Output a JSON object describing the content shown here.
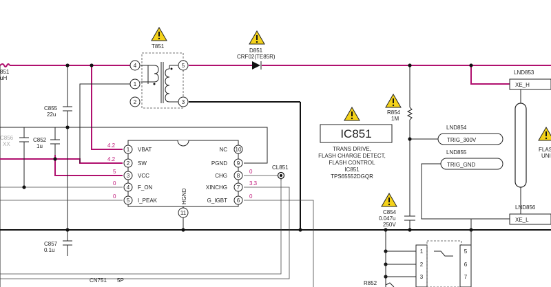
{
  "colors": {
    "highlight_net": "#b0106e",
    "wire": "#222222",
    "warning": "#f4d21a",
    "voltage_label": "#c0187a"
  },
  "icons": [
    "warning-triangle-icon"
  ],
  "labels": {
    "r851_ref": "851",
    "r851_val": "uH",
    "t851": "T851",
    "d851_ref": "D851",
    "d851_part": "CRF02(TE85R)",
    "c855_ref": "C855",
    "c855_val": "22u",
    "c856_ref": "C856",
    "c856_val": "XX",
    "c852_ref": "C852",
    "c852_val": "1u",
    "c857_ref": "C857",
    "c857_val": "0.1u",
    "r854_ref": "R854",
    "r854_val": "1M",
    "c854_ref": "C854",
    "c854_val": "0.047u",
    "c854_volt": "250V",
    "cl851": "CL851",
    "cn751": "CN751",
    "cn751_pins": "5P",
    "r852": "R852",
    "hgnd": "HGND"
  },
  "ic": {
    "ref": "IC851",
    "desc_lines": [
      "TRANS DRIVE,",
      "FLASH CHARGE DETECT,",
      "FLASH CONTROL",
      "IC851",
      "TPS65552DGQR"
    ],
    "left_pins": [
      {
        "num": "1",
        "name": "VBAT",
        "voltage": "4.2"
      },
      {
        "num": "2",
        "name": "SW",
        "voltage": "4.2"
      },
      {
        "num": "3",
        "name": "VCC",
        "voltage": "5"
      },
      {
        "num": "4",
        "name": "F_ON",
        "voltage": "0"
      },
      {
        "num": "5",
        "name": "I_PEAK",
        "voltage": "0"
      }
    ],
    "right_pins": [
      {
        "num": "10",
        "name": "NC",
        "voltage": ""
      },
      {
        "num": "9",
        "name": "PGND",
        "voltage": ""
      },
      {
        "num": "8",
        "name": "CHG",
        "voltage": "0"
      },
      {
        "num": "7",
        "name": "XINCHG",
        "voltage": "3.3"
      },
      {
        "num": "6",
        "name": "G_IGBT",
        "voltage": "0"
      }
    ],
    "bottom_pin": "11"
  },
  "transformer_pins": [
    "4",
    "1",
    "2",
    "5",
    "3"
  ],
  "nets": [
    {
      "name": "LND853",
      "box": "XE_H"
    },
    {
      "name": "LND854",
      "box": "TRIG_300V"
    },
    {
      "name": "LND855",
      "box": "TRIG_GND"
    },
    {
      "name": "LND856",
      "box": "XE_L"
    }
  ],
  "flash_partial": [
    "FLAS",
    "UNI"
  ],
  "connector_left_pins": [
    "1",
    "2",
    "3"
  ],
  "connector_right_pins": [
    "5",
    "6",
    "7"
  ]
}
